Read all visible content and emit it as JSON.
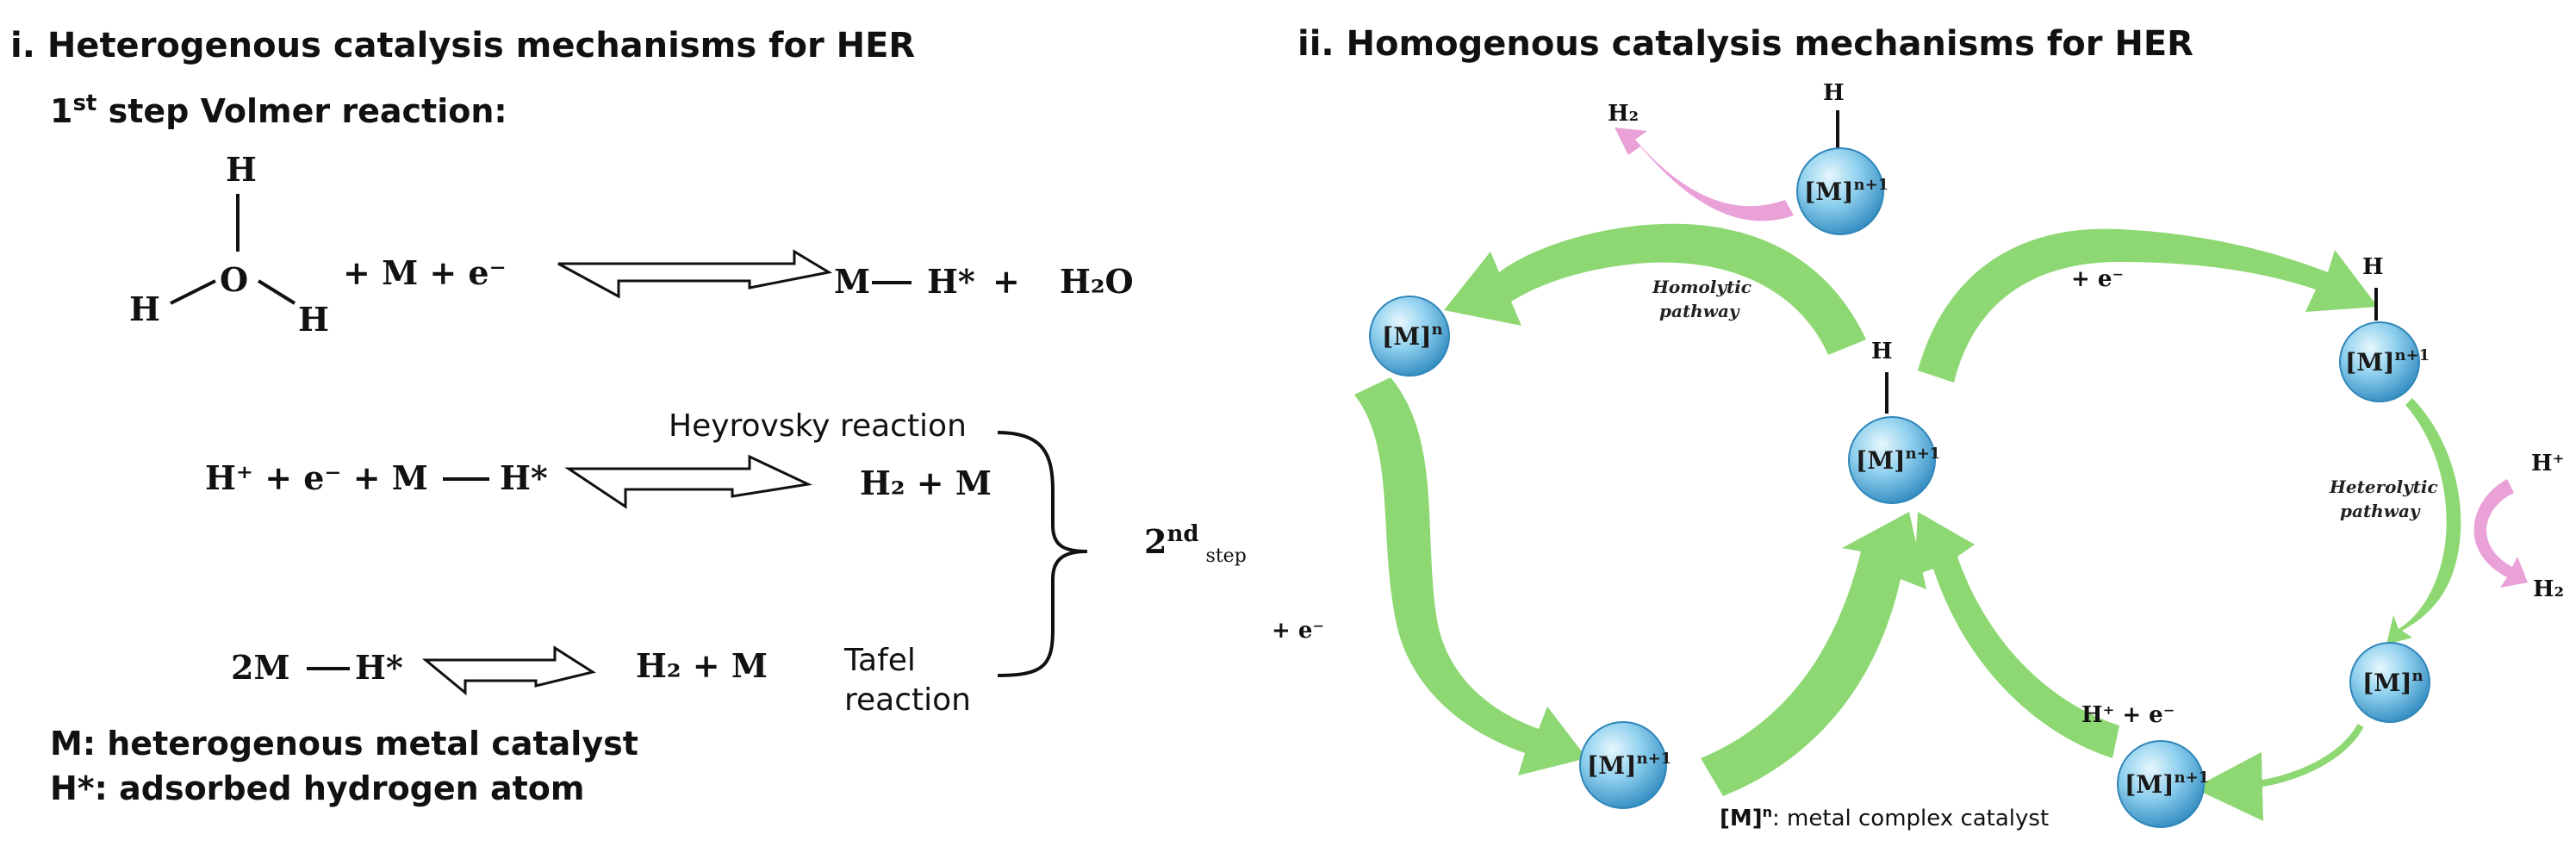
{
  "left": {
    "title": "i.  Heterogenous catalysis mechanisms for HER",
    "step1": {
      "label": "1",
      "sup": "st",
      "rest": " step Volmer reaction:"
    },
    "volmer": {
      "water_h_top": "H",
      "water_o": "O",
      "water_h_left": "H",
      "water_h_right": "H",
      "reactants": "+   M  + e⁻",
      "product_m": "M",
      "product_h": "H*",
      "plus": "+",
      "water": "H₂O"
    },
    "heyrovsky": {
      "reactants": "H⁺ + e⁻ +   M",
      "adsorbed": "H*",
      "product": "H₂ + M",
      "label": "Heyrovsky reaction"
    },
    "tafel": {
      "reactant_m": "2M",
      "reactant_h": "H*",
      "product": "H₂ + M",
      "label1": "Tafel",
      "label2": "reaction"
    },
    "step2": {
      "label": "2",
      "sup": "nd",
      "sub": "step"
    },
    "legend1": "M: heterogenous metal catalyst",
    "legend2": "H*: adsorbed hydrogen atom"
  },
  "right": {
    "title": "ii.  Homogenous catalysis mechanisms for HER",
    "complexes": {
      "top": {
        "base": "[M]",
        "sup": "n+1",
        "h": "H"
      },
      "left": {
        "base": "[M]",
        "sup": "n"
      },
      "center": {
        "base": "[M]",
        "sup": "n+1",
        "h": "H"
      },
      "bottom_left": {
        "base": "[M]",
        "sup": "n+1"
      },
      "right_top": {
        "base": "[M]",
        "sup": "n+1",
        "h": "H"
      },
      "right_mid": {
        "base": "[M]",
        "sup": "n"
      },
      "bottom_right": {
        "base": "[M]",
        "sup": "n+1"
      }
    },
    "labels": {
      "h2_top": "H₂",
      "homolytic1": "Homolytic",
      "homolytic2": "pathway",
      "electron_top": "+ e⁻",
      "electron_left": "+ e⁻",
      "heterolytic1": "Heterolytic",
      "heterolytic2": "pathway",
      "hplus_right": "H⁺",
      "h2_right": "H₂",
      "hplus_e": "H⁺ + e⁻"
    },
    "footnote": {
      "base": "[M]",
      "sup": "n",
      "rest": ": metal complex catalyst"
    },
    "colors": {
      "green_arrow": "#8ed873",
      "pink_arrow": "#e9a1d8",
      "ball_light": "#d6f0fb",
      "ball_dark": "#2f8fc4"
    }
  }
}
